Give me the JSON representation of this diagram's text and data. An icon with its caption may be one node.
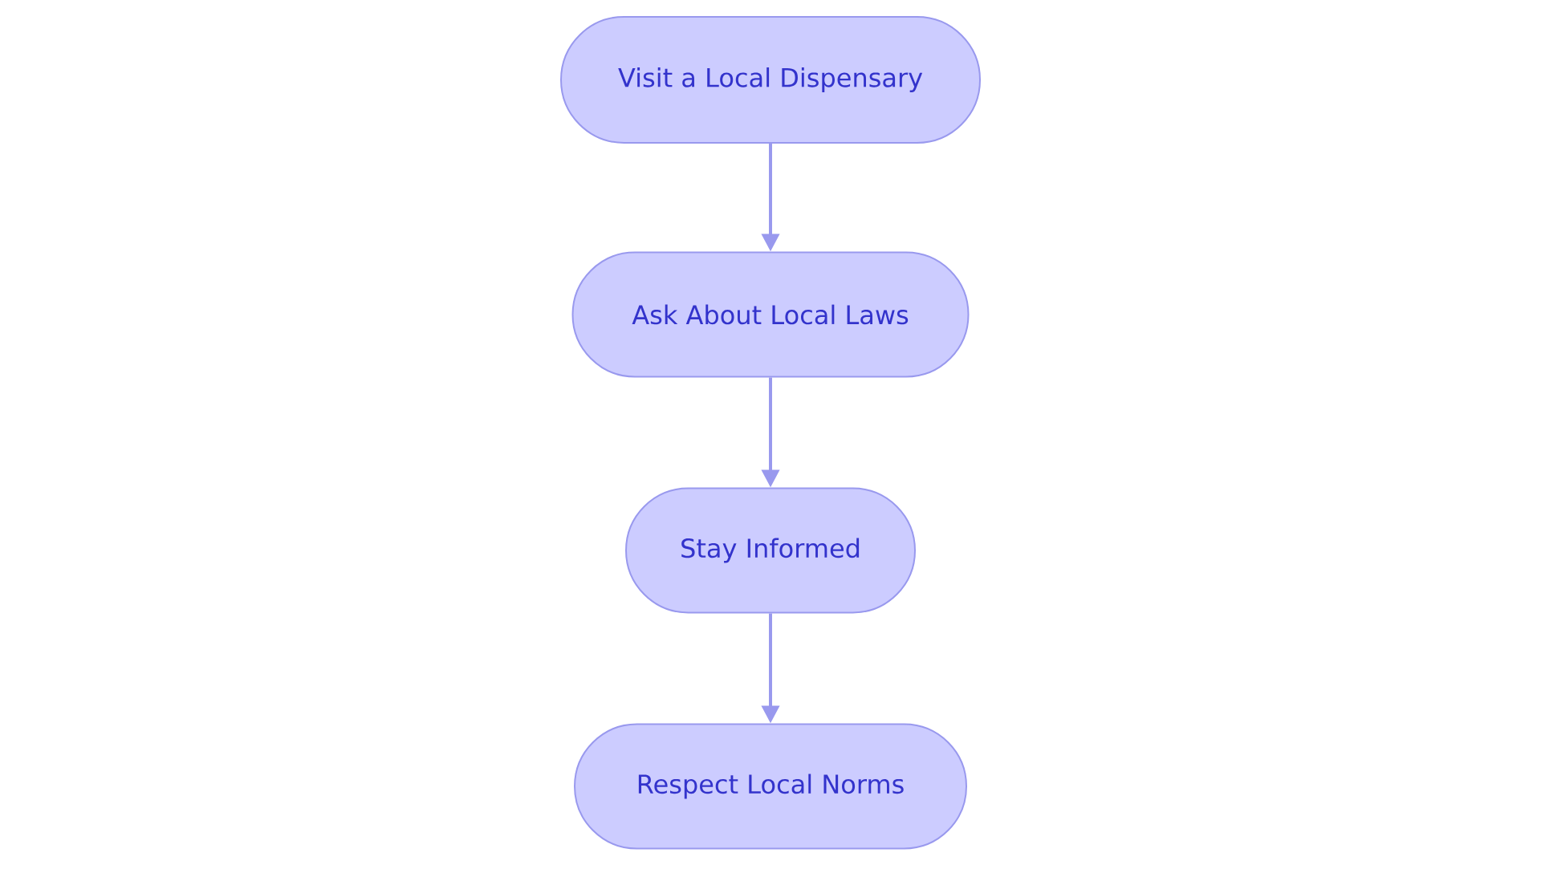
{
  "diagram": {
    "nodes": [
      {
        "text": [
          "Visit a Local Dispensary"
        ]
      },
      {
        "text": [
          "Ask About Local Laws"
        ]
      },
      {
        "text": [
          "Stay Informed"
        ]
      },
      {
        "text": [
          "Respect Local Norms"
        ]
      }
    ],
    "edges": [
      {
        "from": 0,
        "to": 1,
        "arrow": "to"
      },
      {
        "from": 1,
        "to": 2,
        "arrow": "to"
      },
      {
        "from": 2,
        "to": 3,
        "arrow": "to"
      }
    ]
  }
}
